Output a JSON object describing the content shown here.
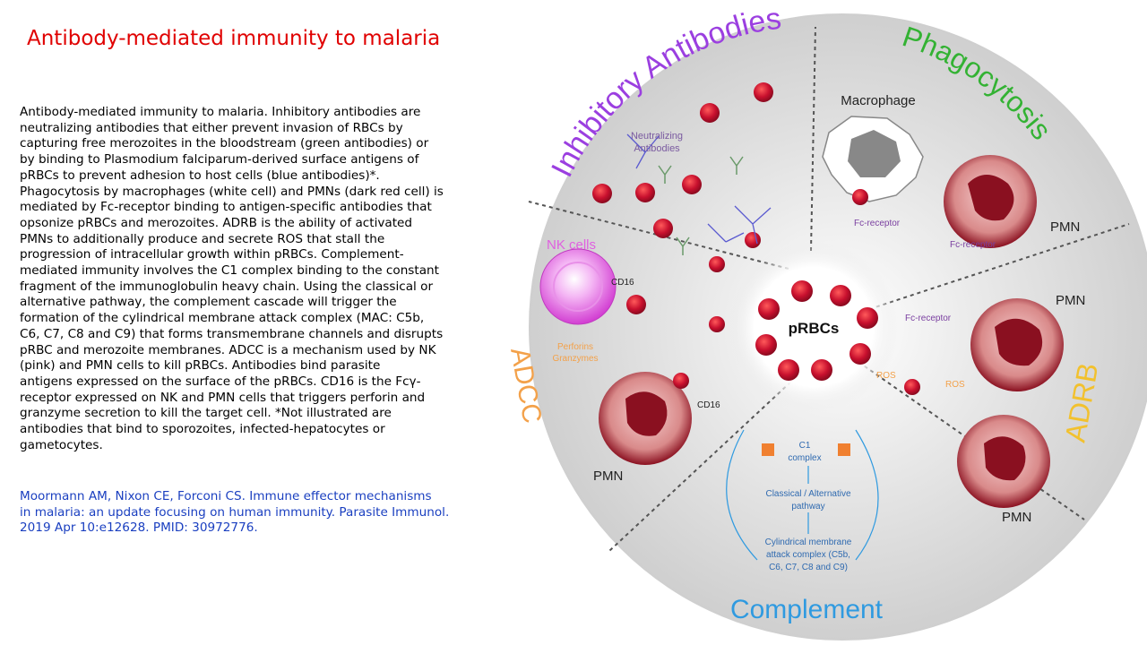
{
  "title": "Antibody-mediated immunity to malaria",
  "description_lines": [
    "Antibody-mediated immunity to malaria. Inhibitory antibodies are",
    "neutralizing antibodies that either prevent invasion of RBCs by",
    "capturing free merozoites in the bloodstream (green antibodies) or",
    "by binding to Plasmodium falciparum-derived surface antigens of",
    "pRBCs to prevent adhesion to host cells (blue antibodies)*.",
    "Phagocytosis by macrophages (white cell) and PMNs (dark red cell) is",
    "mediated by Fc-receptor binding to antigen-specific antibodies that",
    "opsonize pRBCs and merozoites.  ADRB is the ability of activated",
    "PMNs to additionally produce and secrete ROS that stall the",
    "progression of intracellular growth within pRBCs. Complement-",
    "mediated immunity involves the C1 complex binding to the constant",
    "fragment of the immunoglobulin heavy chain. Using the classical or",
    "alternative pathway, the complement cascade will trigger the",
    "formation of the cylindrical membrane attack complex (MAC: C5b,",
    "C6, C7, C8 and C9) that forms transmembrane channels and disrupts",
    "pRBC and merozoite membranes.  ADCC is a mechanism used by NK",
    "(pink) and PMN cells to kill pRBCs. Antibodies bind parasite",
    "antigens expressed on the surface of the pRBCs. CD16 is the Fcγ-",
    "receptor expressed on NK and PMN cells that triggers perforin and",
    "granzyme secretion to kill the target cell. *Not illustrated are",
    "antibodies that bind to sporozoites, infected-hepatocytes or",
    "gametocytes."
  ],
  "citation_lines": [
    "Moormann AM, Nixon CE, Forconi CS. Immune effector mechanisms",
    "in malaria: an update focusing on human immunity. Parasite Immunol.",
    "2019 Apr 10:e12628. PMID: 30972776."
  ],
  "diagram": {
    "center_label": "pRBCs",
    "sections": {
      "inhibitory": "Inhibitory Antibodies",
      "phagocytosis": "Phagocytosis",
      "adrb": "ADRB",
      "complement": "Complement",
      "adcc": "ADCC"
    },
    "labels": {
      "neutralizing": [
        "Neutralizing",
        "Antibodies"
      ],
      "macrophage": "Macrophage",
      "fc_receptor": "Fc-receptor",
      "pmn": "PMN",
      "nk_cells": "NK cells",
      "cd16": "CD16",
      "perforins": [
        "Perforins",
        "Granzymes"
      ],
      "ros": "ROS",
      "c1_complex": [
        "C1",
        "complex"
      ],
      "pathway": [
        "Classical / Alternative",
        "pathway"
      ],
      "mac": [
        "Cylindrical membrane",
        "attack complex (C5b,",
        "C6, C7, C8 and C9)"
      ]
    },
    "colors": {
      "inhibitory": "#9b3fe0",
      "phagocytosis": "#33b233",
      "adrb": "#f2c12e",
      "complement": "#2f9ae0",
      "adcc": "#f3a14a",
      "rbc": "#c8102e",
      "nk": "#e060e0"
    }
  }
}
